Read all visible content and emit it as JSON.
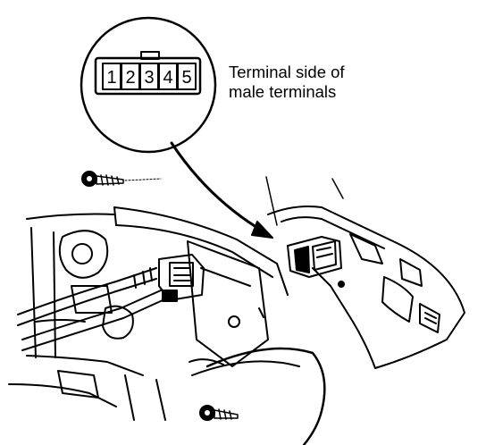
{
  "callout": {
    "line1": "Terminal side of",
    "line2": "male terminals"
  },
  "connector_pins": [
    "1",
    "2",
    "3",
    "4",
    "5"
  ]
}
